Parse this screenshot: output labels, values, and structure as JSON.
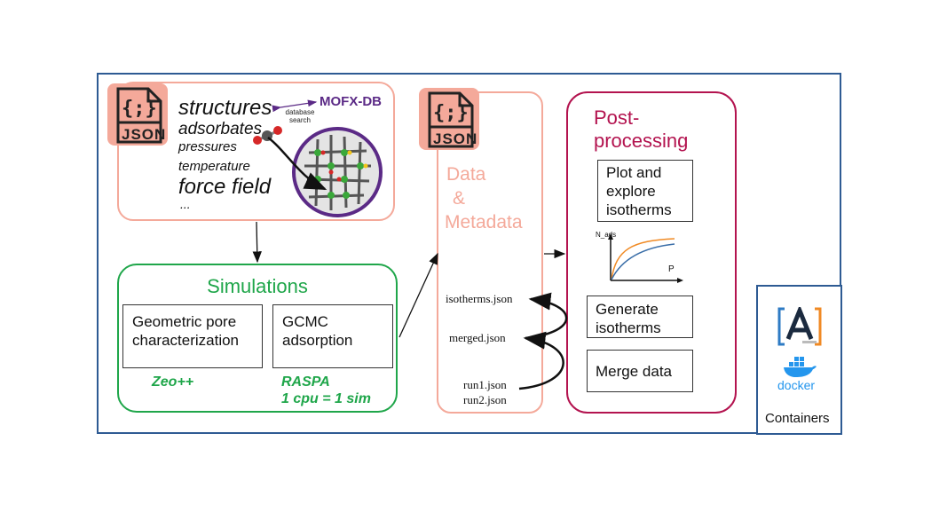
{
  "inputs": {
    "json_label": "JSON",
    "icon_glyph": "{;}",
    "words": {
      "structures": "structures",
      "adsorbates": "adsorbates",
      "pressures": "pressures",
      "temperature": "temperature",
      "force_field": "force field",
      "ellipsis": "..."
    },
    "db_search_line1": "database",
    "db_search_line2": "search",
    "db_name": "MOFX-DB"
  },
  "simulations": {
    "title": "Simulations",
    "zeo_box": "Geometric pore characterization",
    "zeo_tool": "Zeo++",
    "gcmc_box": "GCMC adsorption",
    "gcmc_tool": "RASPA",
    "gcmc_note": "1 cpu = 1 sim"
  },
  "data": {
    "json_label": "JSON",
    "icon_glyph": "{;}",
    "title_line1": "Data",
    "title_line2": "&",
    "title_line3": "Metadata",
    "files": {
      "isotherms": "isotherms.json",
      "merged": "merged.json",
      "run1": "run1.json",
      "run2": "run2.json"
    }
  },
  "post": {
    "title_line1": "Post-",
    "title_line2": "processing",
    "plot_box": "Plot and explore isotherms",
    "plot_ylabel": "N_ads",
    "plot_xlabel": "P",
    "generate_box": "Generate isotherms",
    "merge_box": "Merge data"
  },
  "containers": {
    "label": "Containers",
    "aiida_letter": "A",
    "docker_label": "docker"
  },
  "colors": {
    "frame_blue": "#2e5b93",
    "salmon": "#f4a99a",
    "green": "#1fa64a",
    "crimson": "#b3134f",
    "purple": "#5b2a86",
    "orange": "#f08a24",
    "curve_blue": "#3a6ea8",
    "docker_blue": "#2496ed"
  }
}
